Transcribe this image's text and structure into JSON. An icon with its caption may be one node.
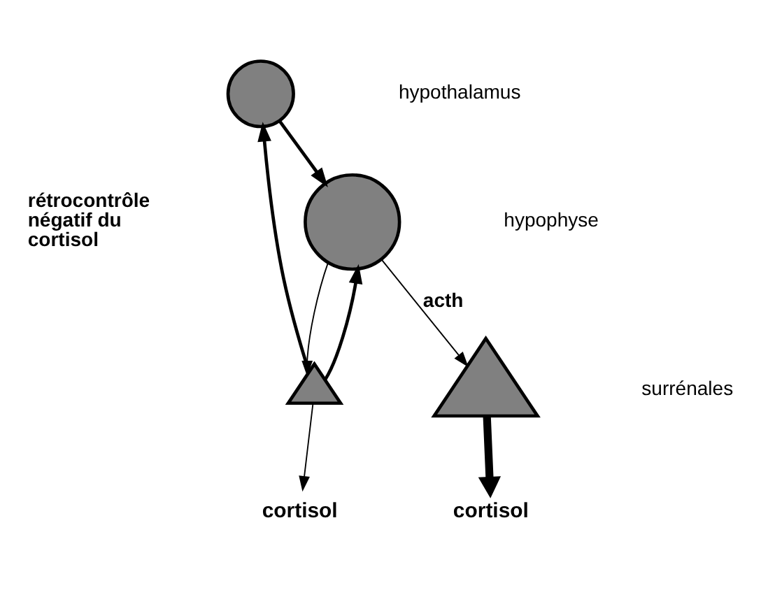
{
  "diagram": {
    "nodes": [
      {
        "text": [],
        "shape": "circle"
      },
      {
        "text": [],
        "shape": "circle"
      },
      {
        "text": [],
        "shape": "triangle"
      },
      {
        "text": [],
        "shape": "triangle"
      },
      {
        "text": [
          "cortisol"
        ]
      },
      {
        "text": [
          "cortisol"
        ]
      }
    ],
    "edges": [
      {
        "from": 0,
        "to": 1,
        "arrow": "to"
      },
      {
        "from": 1,
        "to": 2,
        "arrow": "to"
      },
      {
        "from": 1,
        "to": 3,
        "arrow": "to",
        "label": "acth"
      },
      {
        "from": 2,
        "to": 4,
        "arrow": "to"
      },
      {
        "from": 3,
        "to": 5,
        "arrow": "to",
        "style": "thick"
      },
      {
        "from": 2,
        "to": 0,
        "arrow": "to"
      },
      {
        "from": 2,
        "to": 1,
        "arrow": "to"
      }
    ],
    "labels": [
      "hypothalamus",
      "hypophyse",
      "rétrocontrôle négatif du cortisol",
      "surrénales"
    ]
  }
}
